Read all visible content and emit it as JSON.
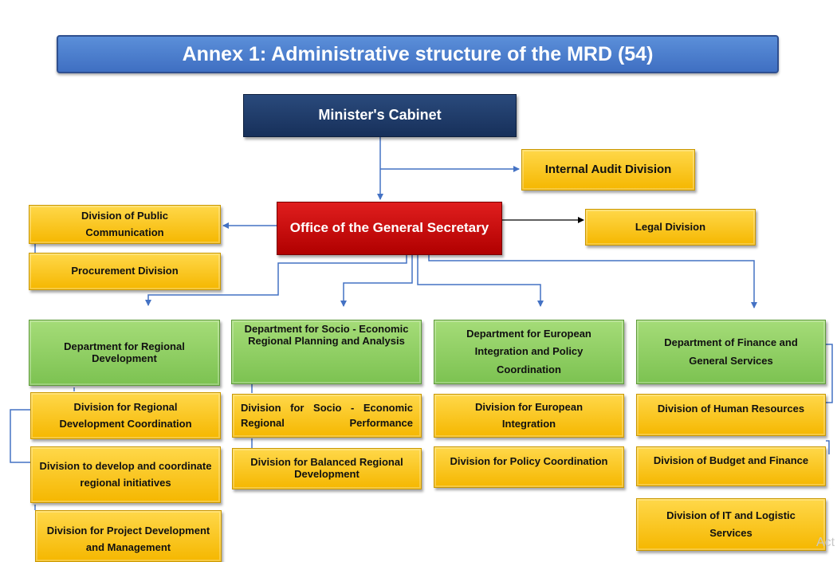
{
  "title": "Annex  1:  Administrative structure of the MRD (54)",
  "colors": {
    "title_bar": "#4a7fd0",
    "navy": "#1f3a66",
    "red": "#c80000",
    "green": "#8fcf63",
    "yellow": "#fdc81f",
    "connector": "#4472c4"
  },
  "nodes": {
    "ministers_cabinet": "Minister's Cabinet",
    "internal_audit": "Internal Audit Division",
    "general_secretary": "Office of the General Secretary",
    "legal": "Legal Division",
    "public_communication": "Division of Public Communication",
    "procurement": "Procurement Division",
    "dept_regional_dev": "Department for Regional Development",
    "div_regional_dev_coord": "Division for Regional Development Coordination",
    "div_regional_initiatives": "Division to develop and coordinate regional initiatives",
    "div_project_dev": "Division for Project Development and Management",
    "dept_socio_economic": "Department for Socio - Economic Regional Planning and Analysis",
    "div_socio_economic_perf": "Division for Socio - Economic Regional Performance",
    "div_balanced_dev": "Division for Balanced Regional Development",
    "dept_european": "Department for European Integration and Policy Coordination",
    "div_european_integration": "Division for European Integration",
    "div_policy_coord": "Division for Policy Coordination",
    "dept_finance": "Department of Finance and General Services",
    "div_human_resources": "Division of Human Resources",
    "div_budget_finance": "Division of Budget and Finance",
    "div_it_logistic": "Division of IT and Logistic Services"
  },
  "watermark": "Act"
}
